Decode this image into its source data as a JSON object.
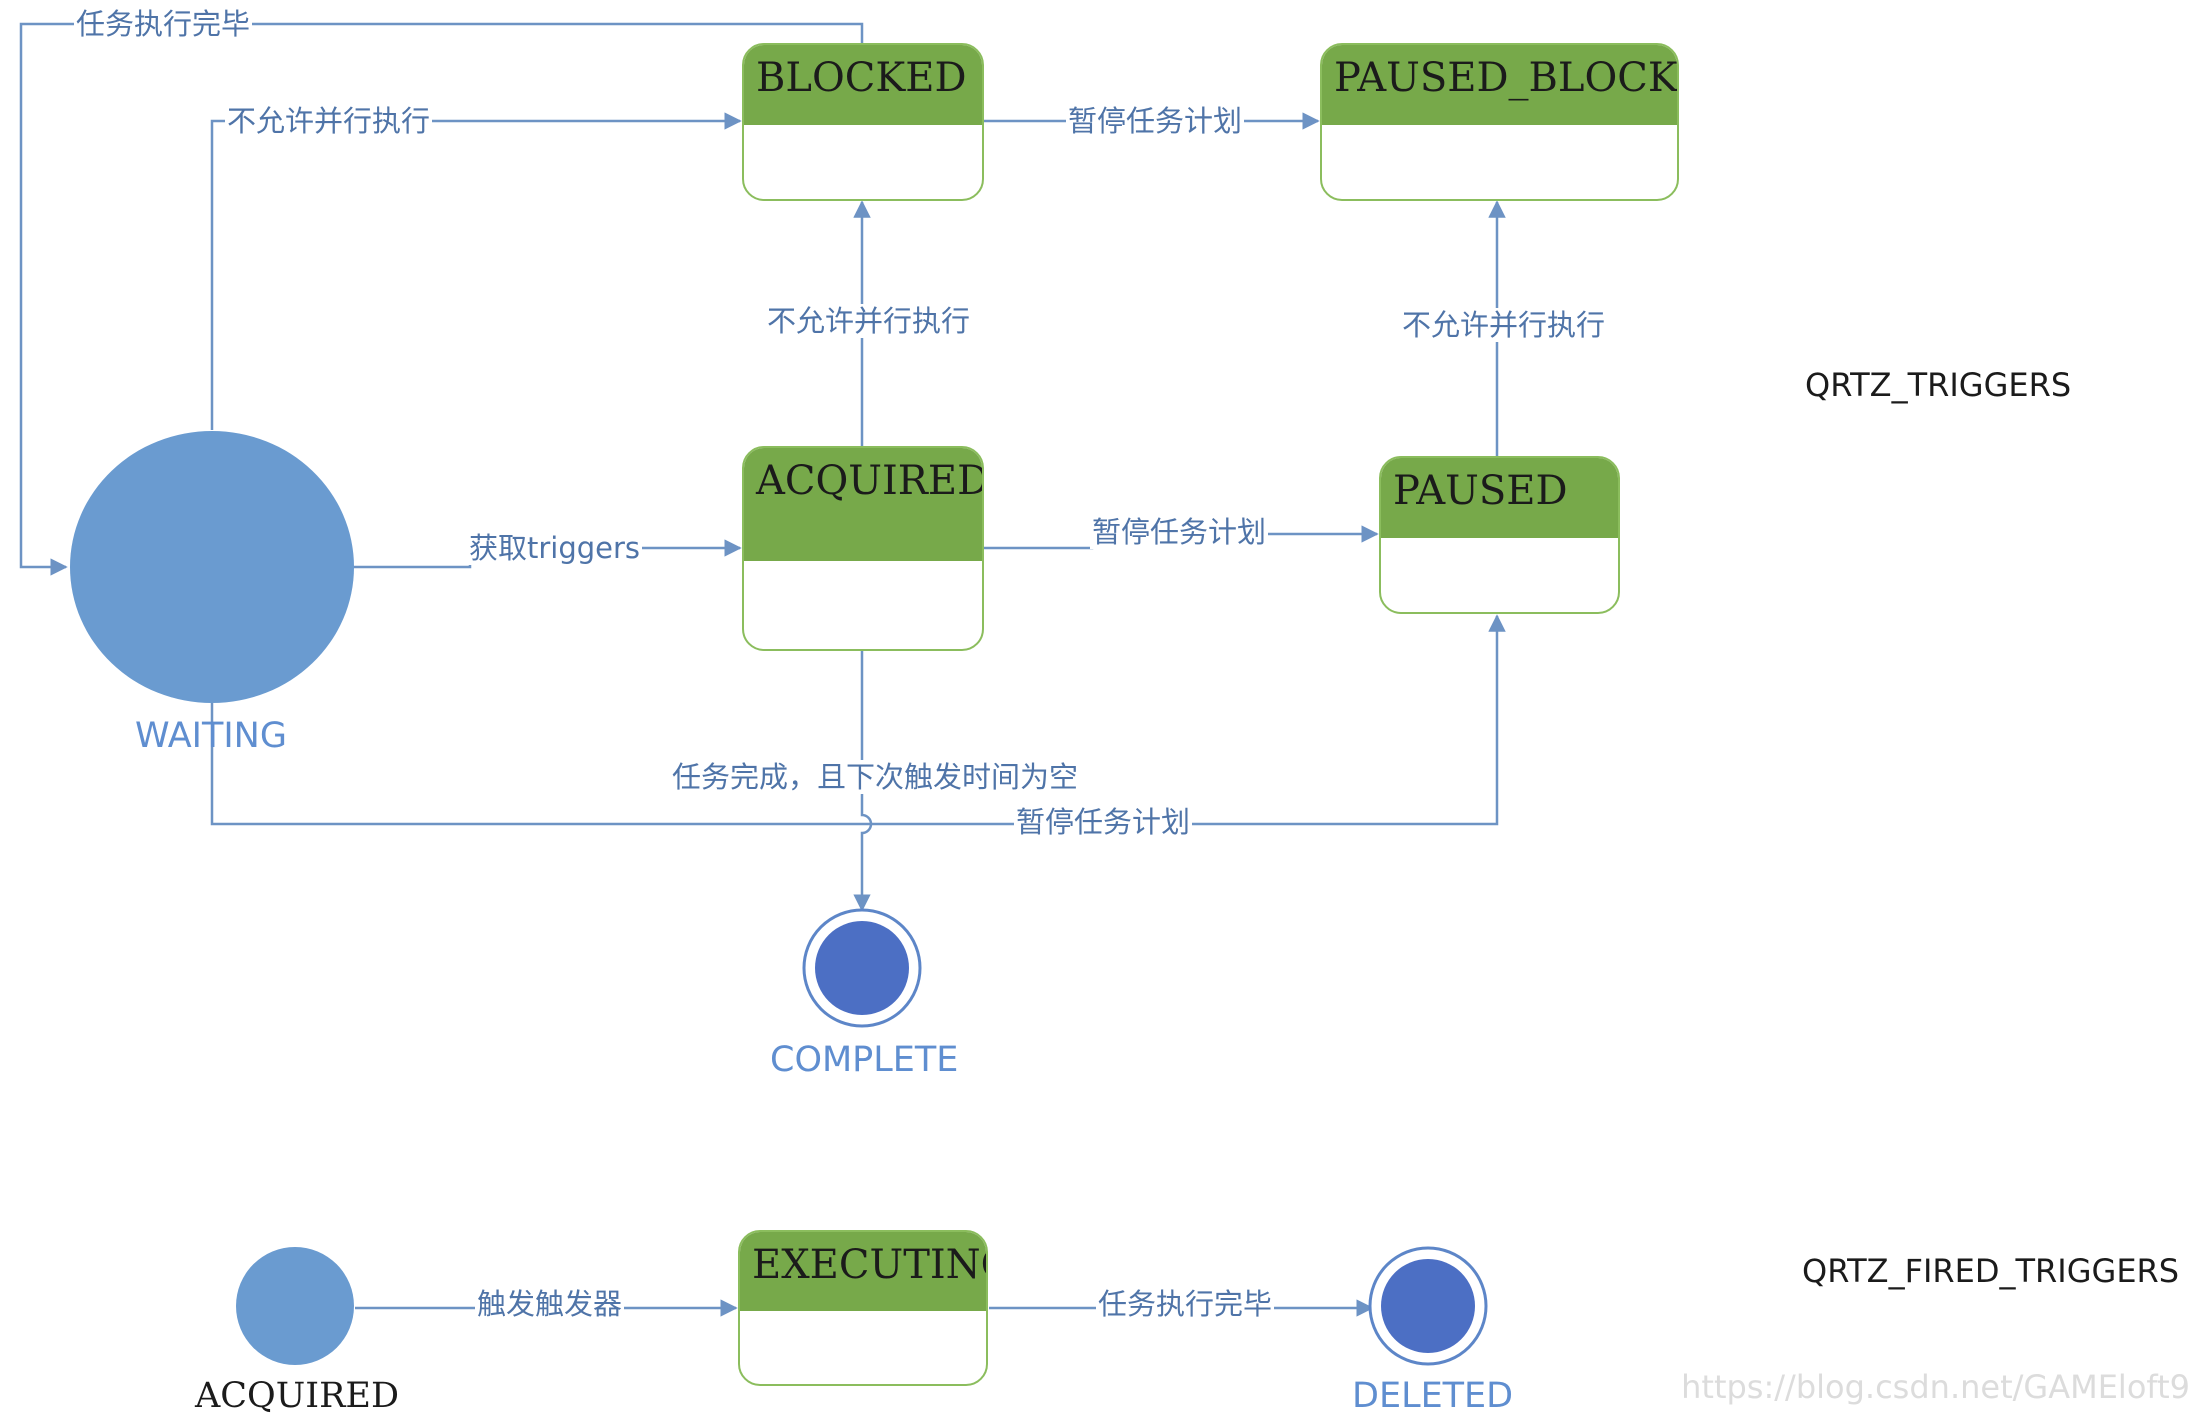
{
  "colors": {
    "line": "#6d93c4",
    "circle_fill": "#6a9bd0",
    "final_fill": "#4c6fc4",
    "state_head": "#77a94a",
    "state_border": "#8bbd5d",
    "node_label_blue": "#5f8ed0",
    "node_label_black": "#1b1b1b"
  },
  "tables": {
    "triggers": "QRTZ_TRIGGERS",
    "fired_triggers": "QRTZ_FIRED_TRIGGERS"
  },
  "states": {
    "blocked": "BLOCKED",
    "paused_blocked": "PAUSED_BLOCKED",
    "acquired": "ACQUIRED",
    "paused": "PAUSED",
    "executing": "EXECUTING"
  },
  "nodes": {
    "waiting": "WAITING",
    "complete": "COMPLETE",
    "acquired": "ACQUIRED",
    "deleted": "DELETED"
  },
  "transitions": {
    "waiting_loop_done": "任务执行完毕",
    "waiting_to_blocked": "不允许并行执行",
    "blocked_to_paused_blocked": "暂停任务计划",
    "acquired_to_blocked": "不允许并行执行",
    "paused_to_paused_blocked": "不允许并行执行",
    "waiting_to_acquired": "获取triggers",
    "acquired_to_paused": "暂停任务计划",
    "acquired_to_complete": "任务完成，且下次触发时间为空",
    "waiting_to_paused": "暂停任务计划",
    "fired_acquired_to_executing": "触发触发器",
    "executing_to_deleted": "任务执行完毕"
  },
  "watermark": "https://blog.csdn.net/GAMEloft9"
}
